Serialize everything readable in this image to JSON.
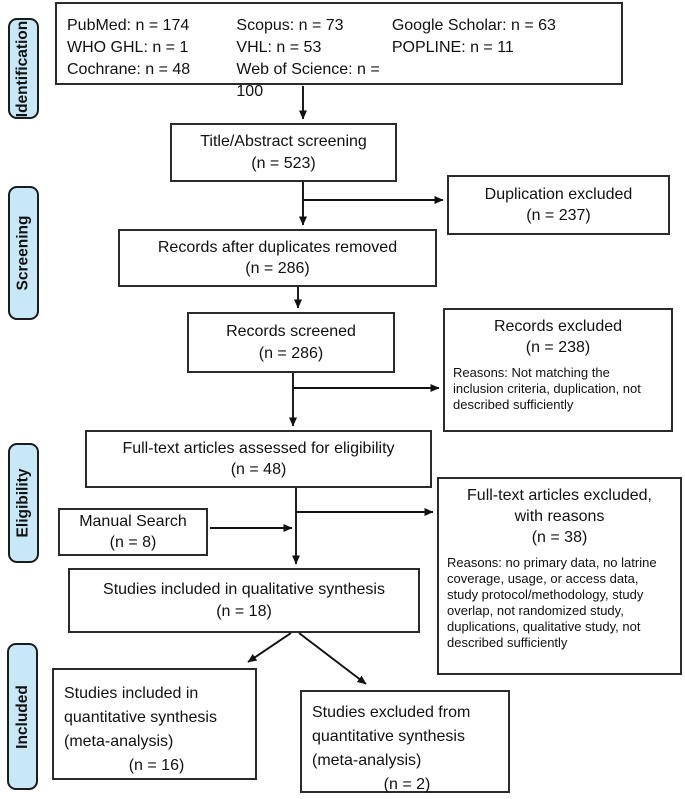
{
  "colors": {
    "stage_fill": "#c8e8f7",
    "box_border": "#2b2b2b",
    "line_color": "#111111"
  },
  "sidebar": {
    "items": [
      {
        "label": "Identification"
      },
      {
        "label": "Screening"
      },
      {
        "label": "Eligibility"
      },
      {
        "label": "Included"
      }
    ]
  },
  "flow": {
    "sources": {
      "col1": [
        "PubMed: n = 174",
        "WHO GHL: n = 1",
        "Cochrane: n = 48"
      ],
      "col2": [
        "Scopus: n = 73",
        "VHL: n = 53",
        "Web of Science: n = 100"
      ],
      "col3": [
        "Google Scholar: n = 63",
        "POPLINE: n = 11"
      ]
    },
    "title_abstract": {
      "line1": "Title/Abstract screening",
      "line2": "(n = 523)"
    },
    "duplication_excluded": {
      "line1": "Duplication excluded",
      "line2": "(n = 237)"
    },
    "records_after_duplicates": {
      "line1": "Records after duplicates removed",
      "line2": "(n = 286)"
    },
    "records_screened": {
      "line1": "Records screened",
      "line2": "(n = 286)"
    },
    "records_excluded": {
      "line1": "Records excluded",
      "line2": "(n = 238)",
      "reasons": "Reasons: Not matching the inclusion criteria, duplication, not described sufficiently"
    },
    "fulltext_assessed": {
      "line1": "Full-text articles assessed for eligibility",
      "line2": "(n = 48)"
    },
    "manual_search": {
      "line1": "Manual Search",
      "line2": "(n = 8)"
    },
    "fulltext_excluded": {
      "line1": "Full-text articles excluded,",
      "line2": "with reasons",
      "line3": "(n = 38)",
      "reasons": "Reasons: no primary data, no latrine coverage, usage, or access data, study protocol/methodology, study overlap, not randomized study, duplications, qualitative study, not described sufficiently"
    },
    "qualitative_synthesis": {
      "line1": "Studies included in qualitative synthesis",
      "line2": "(n = 18)"
    },
    "quantitative_included": {
      "line1": "Studies included in",
      "line2": "quantitative synthesis",
      "line3": "(meta-analysis)",
      "line4": "(n = 16)"
    },
    "quantitative_excluded": {
      "line1": "Studies excluded from",
      "line2": "quantitative synthesis",
      "line3": "(meta-analysis)",
      "line4": "(n = 2)"
    }
  }
}
